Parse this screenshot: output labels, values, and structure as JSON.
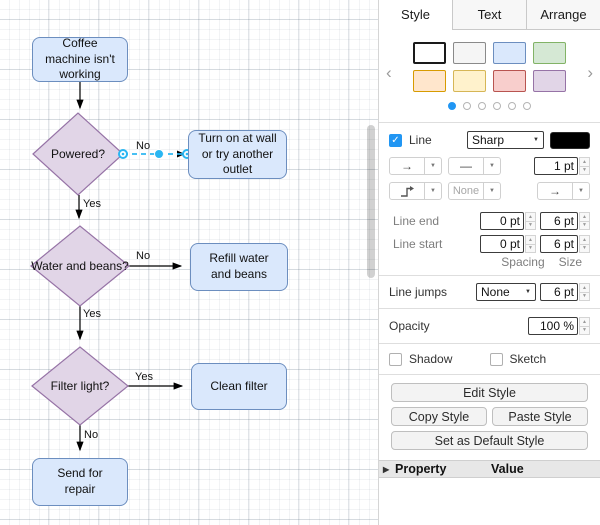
{
  "canvas": {
    "nodes": {
      "start": {
        "label": "Coffee machine isn't working"
      },
      "powered": {
        "label": "Powered?"
      },
      "turn_on": {
        "label": "Turn on at wall or try another outlet"
      },
      "water": {
        "label": "Water and beans?"
      },
      "refill": {
        "label": "Refill water and beans"
      },
      "filter": {
        "label": "Filter light?"
      },
      "clean": {
        "label": "Clean filter"
      },
      "repair": {
        "label": "Send for repair"
      }
    },
    "edge_labels": {
      "powered_no": "No",
      "powered_yes": "Yes",
      "water_no": "No",
      "water_yes": "Yes",
      "filter_yes": "Yes",
      "filter_no": "No"
    },
    "colors": {
      "process_fill": "#dae8fc",
      "process_stroke": "#6c8ebf",
      "decision_fill": "#e1d5e7",
      "decision_stroke": "#9673a6",
      "selection": "#29b6f2"
    }
  },
  "panel": {
    "accent_color": "#2196f3",
    "tabs": [
      {
        "label": "Style"
      },
      {
        "label": "Text"
      },
      {
        "label": "Arrange"
      }
    ],
    "swatches": [
      {
        "name": "white",
        "fill": "#ffffff",
        "stroke": "#1a1a1a"
      },
      {
        "name": "gray",
        "fill": "#f5f5f5",
        "stroke": "#8a8a8a"
      },
      {
        "name": "blue",
        "fill": "#dae8fc",
        "stroke": "#6c8ebf"
      },
      {
        "name": "green",
        "fill": "#d5e8d4",
        "stroke": "#82b366"
      },
      {
        "name": "orange",
        "fill": "#ffe6cc",
        "stroke": "#d79b00"
      },
      {
        "name": "yellow",
        "fill": "#fff2cc",
        "stroke": "#d6b656"
      },
      {
        "name": "red",
        "fill": "#f8cecc",
        "stroke": "#b85450"
      },
      {
        "name": "purple",
        "fill": "#e1d5e7",
        "stroke": "#9673a6"
      }
    ],
    "line_section": {
      "line_label": "Line",
      "style_value": "Sharp",
      "width_value": "1 pt",
      "waypoint_value": "None"
    },
    "spacing_section": {
      "line_end_label": "Line end",
      "line_start_label": "Line start",
      "line_end": {
        "spacing": "0 pt",
        "size": "6 pt"
      },
      "line_start": {
        "spacing": "0 pt",
        "size": "6 pt"
      },
      "spacing_label": "Spacing",
      "size_label": "Size"
    },
    "line_jumps": {
      "label": "Line jumps",
      "value": "None",
      "size": "6 pt"
    },
    "opacity": {
      "label": "Opacity",
      "value": "100 %"
    },
    "effects": {
      "shadow_label": "Shadow",
      "sketch_label": "Sketch"
    },
    "buttons": {
      "edit": "Edit Style",
      "copy": "Copy Style",
      "paste": "Paste Style",
      "set_default": "Set as Default Style"
    },
    "properties_header": {
      "property": "Property",
      "value": "Value"
    }
  },
  "icons": {
    "arrow_right": "→",
    "dash": "—",
    "caret_down": "▼",
    "chevron_left": "‹",
    "chevron_right": "›",
    "stepper_up": "▲",
    "stepper_down": "▼",
    "check": "✓",
    "triangle_right": "▶"
  }
}
